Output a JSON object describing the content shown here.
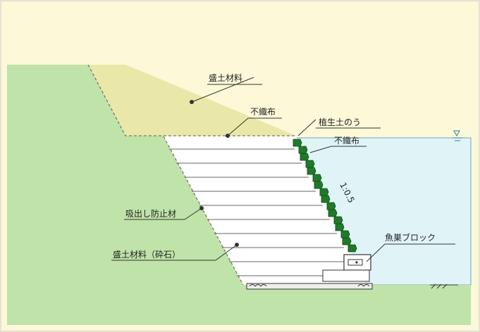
{
  "labels": {
    "fill_material": "盛土材料",
    "nonwoven_upper": "不織布",
    "vegetation_bags": "植生土のう",
    "nonwoven_right": "不織布",
    "slope_ratio": "1:0.5",
    "suction_prevention": "吸出し防止材",
    "fill_material_crushed": "盛土材料（砕石）",
    "fish_block": "魚巣ブロック"
  },
  "colors": {
    "sky": "#fcf8d8",
    "ground": "#bfe3a8",
    "embankment": "#e9e8a8",
    "water": "#e0f4f7",
    "backfill": "#ffffff",
    "bags": "#1f7a2a",
    "line": "#333333"
  }
}
